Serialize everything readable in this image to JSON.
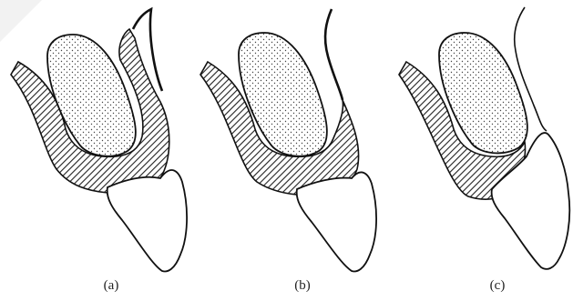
{
  "figure": {
    "panels": [
      {
        "id": "a",
        "caption": "(a)"
      },
      {
        "id": "b",
        "caption": "(b)"
      },
      {
        "id": "c",
        "caption": "(c)"
      }
    ]
  },
  "colors": {
    "line": "#111111",
    "background": "#ffffff",
    "hatch": "#222222",
    "stipple": "#444444"
  }
}
